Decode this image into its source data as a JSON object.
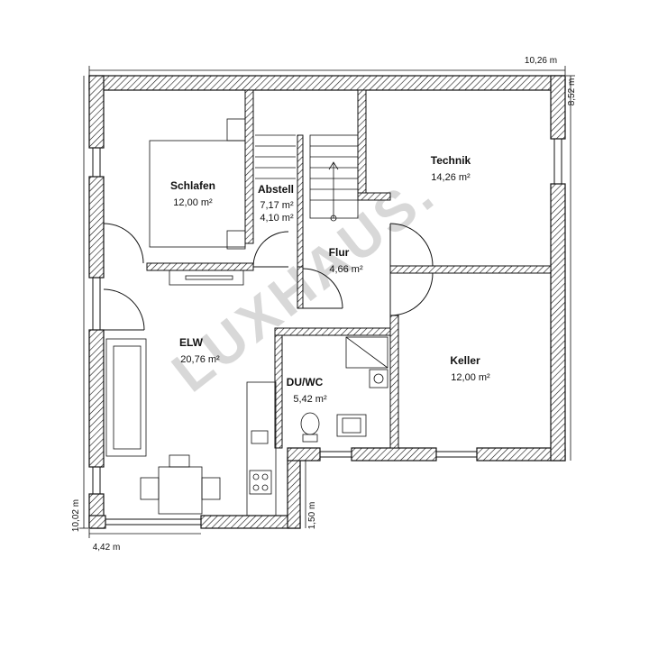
{
  "watermark": "LUXHAUS.",
  "rooms": [
    {
      "name": "Schlafen",
      "area": "12,00 m²"
    },
    {
      "name": "Abstell",
      "area": "7,17 m²",
      "area2": "4,10 m²"
    },
    {
      "name": "Technik",
      "area": "14,26 m²"
    },
    {
      "name": "Flur",
      "area": "4,66 m²"
    },
    {
      "name": "ELW",
      "area": "20,76 m²"
    },
    {
      "name": "DU/WC",
      "area": "5,42 m²"
    },
    {
      "name": "Keller",
      "area": "12,00 m²"
    }
  ],
  "dimensions": {
    "top_width": "10,26 m",
    "right_depth": "8,52 m",
    "left_depth": "10,02 m",
    "bottom_left_width": "4,42 m",
    "step": "1,50 m"
  },
  "colors": {
    "wall": "#ffffff",
    "wall_stroke": "#111111",
    "watermark": "#d8d8d8"
  }
}
